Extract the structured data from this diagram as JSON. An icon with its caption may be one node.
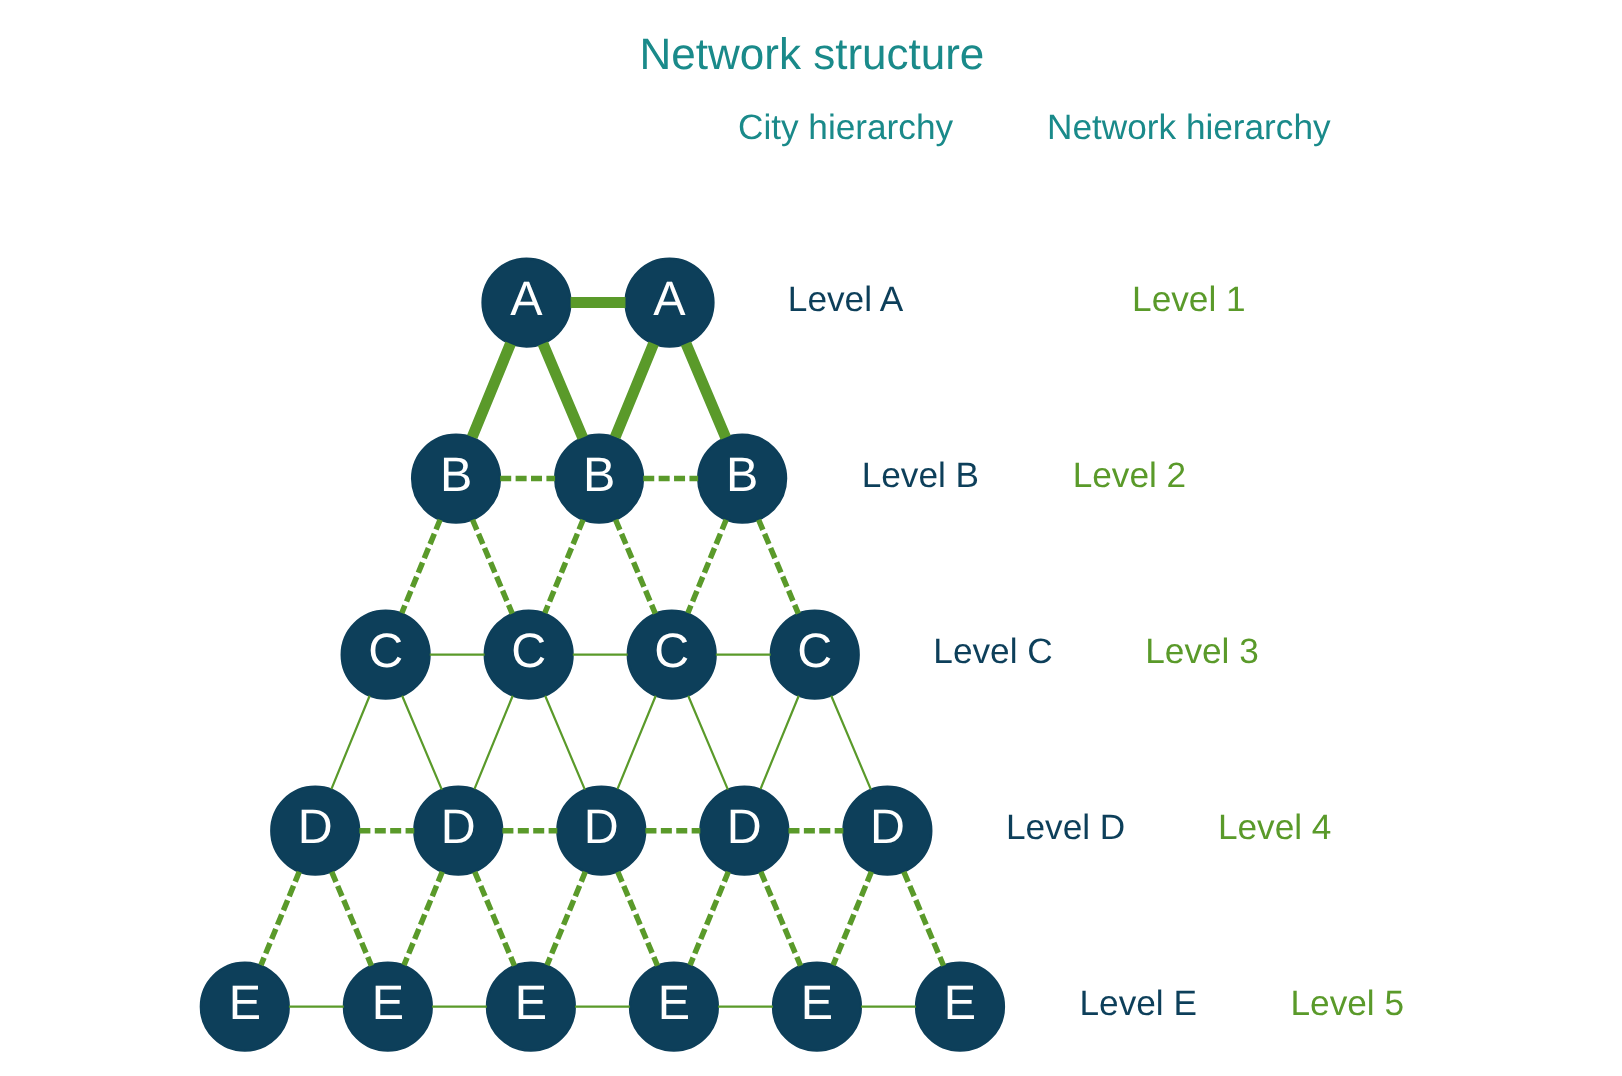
{
  "diagram": {
    "title": "Network structure",
    "nodes": [
      {
        "text": [
          "A"
        ]
      },
      {
        "text": [
          "A"
        ]
      },
      {
        "text": [
          "B"
        ]
      },
      {
        "text": [
          "B"
        ]
      },
      {
        "text": [
          "B"
        ]
      },
      {
        "text": [
          "C"
        ]
      },
      {
        "text": [
          "C"
        ]
      },
      {
        "text": [
          "C"
        ]
      },
      {
        "text": [
          "C"
        ]
      },
      {
        "text": [
          "D"
        ]
      },
      {
        "text": [
          "D"
        ]
      },
      {
        "text": [
          "D"
        ]
      },
      {
        "text": [
          "D"
        ]
      },
      {
        "text": [
          "D"
        ]
      },
      {
        "text": [
          "E"
        ]
      },
      {
        "text": [
          "E"
        ]
      },
      {
        "text": [
          "E"
        ]
      },
      {
        "text": [
          "E"
        ]
      },
      {
        "text": [
          "E"
        ]
      },
      {
        "text": [
          "E"
        ]
      }
    ],
    "edges": [
      {
        "from": 0,
        "to": 1,
        "arrow": "none",
        "style": "thick"
      },
      {
        "from": 0,
        "to": 2,
        "arrow": "none",
        "style": "thick"
      },
      {
        "from": 0,
        "to": 3,
        "arrow": "none",
        "style": "thick"
      },
      {
        "from": 1,
        "to": 3,
        "arrow": "none",
        "style": "thick"
      },
      {
        "from": 1,
        "to": 4,
        "arrow": "none",
        "style": "thick"
      },
      {
        "from": 2,
        "to": 3,
        "arrow": "none",
        "style": "dashed"
      },
      {
        "from": 3,
        "to": 4,
        "arrow": "none",
        "style": "dashed"
      },
      {
        "from": 2,
        "to": 5,
        "arrow": "none",
        "style": "dashed"
      },
      {
        "from": 2,
        "to": 6,
        "arrow": "none",
        "style": "dashed"
      },
      {
        "from": 3,
        "to": 6,
        "arrow": "none",
        "style": "dashed"
      },
      {
        "from": 3,
        "to": 7,
        "arrow": "none",
        "style": "dashed"
      },
      {
        "from": 4,
        "to": 7,
        "arrow": "none",
        "style": "dashed"
      },
      {
        "from": 4,
        "to": 8,
        "arrow": "none",
        "style": "dashed"
      },
      {
        "from": 5,
        "to": 6,
        "arrow": "none"
      },
      {
        "from": 6,
        "to": 7,
        "arrow": "none"
      },
      {
        "from": 7,
        "to": 8,
        "arrow": "none"
      },
      {
        "from": 5,
        "to": 9,
        "arrow": "none"
      },
      {
        "from": 5,
        "to": 10,
        "arrow": "none"
      },
      {
        "from": 6,
        "to": 10,
        "arrow": "none"
      },
      {
        "from": 6,
        "to": 11,
        "arrow": "none"
      },
      {
        "from": 7,
        "to": 11,
        "arrow": "none"
      },
      {
        "from": 7,
        "to": 12,
        "arrow": "none"
      },
      {
        "from": 8,
        "to": 12,
        "arrow": "none"
      },
      {
        "from": 8,
        "to": 13,
        "arrow": "none"
      },
      {
        "from": 9,
        "to": 10,
        "arrow": "none",
        "style": "dashed"
      },
      {
        "from": 10,
        "to": 11,
        "arrow": "none",
        "style": "dashed"
      },
      {
        "from": 11,
        "to": 12,
        "arrow": "none",
        "style": "dashed"
      },
      {
        "from": 12,
        "to": 13,
        "arrow": "none",
        "style": "dashed"
      },
      {
        "from": 9,
        "to": 14,
        "arrow": "none",
        "style": "dashed"
      },
      {
        "from": 9,
        "to": 15,
        "arrow": "none",
        "style": "dashed"
      },
      {
        "from": 10,
        "to": 15,
        "arrow": "none",
        "style": "dashed"
      },
      {
        "from": 10,
        "to": 16,
        "arrow": "none",
        "style": "dashed"
      },
      {
        "from": 11,
        "to": 16,
        "arrow": "none",
        "style": "dashed"
      },
      {
        "from": 11,
        "to": 17,
        "arrow": "none",
        "style": "dashed"
      },
      {
        "from": 12,
        "to": 17,
        "arrow": "none",
        "style": "dashed"
      },
      {
        "from": 12,
        "to": 18,
        "arrow": "none",
        "style": "dashed"
      },
      {
        "from": 13,
        "to": 18,
        "arrow": "none",
        "style": "dashed"
      },
      {
        "from": 13,
        "to": 19,
        "arrow": "none",
        "style": "dashed"
      },
      {
        "from": 14,
        "to": 15,
        "arrow": "none"
      },
      {
        "from": 15,
        "to": 16,
        "arrow": "none"
      },
      {
        "from": 16,
        "to": 17,
        "arrow": "none"
      },
      {
        "from": 17,
        "to": 18,
        "arrow": "none"
      },
      {
        "from": 18,
        "to": 19,
        "arrow": "none"
      }
    ],
    "labels": [
      "City hierarchy",
      "Network hierarchy",
      "Level A",
      "Level 1",
      "Level B",
      "Level 2",
      "Level C",
      "Level 3",
      "Level D",
      "Level 4",
      "Level E",
      "Level 5"
    ]
  }
}
